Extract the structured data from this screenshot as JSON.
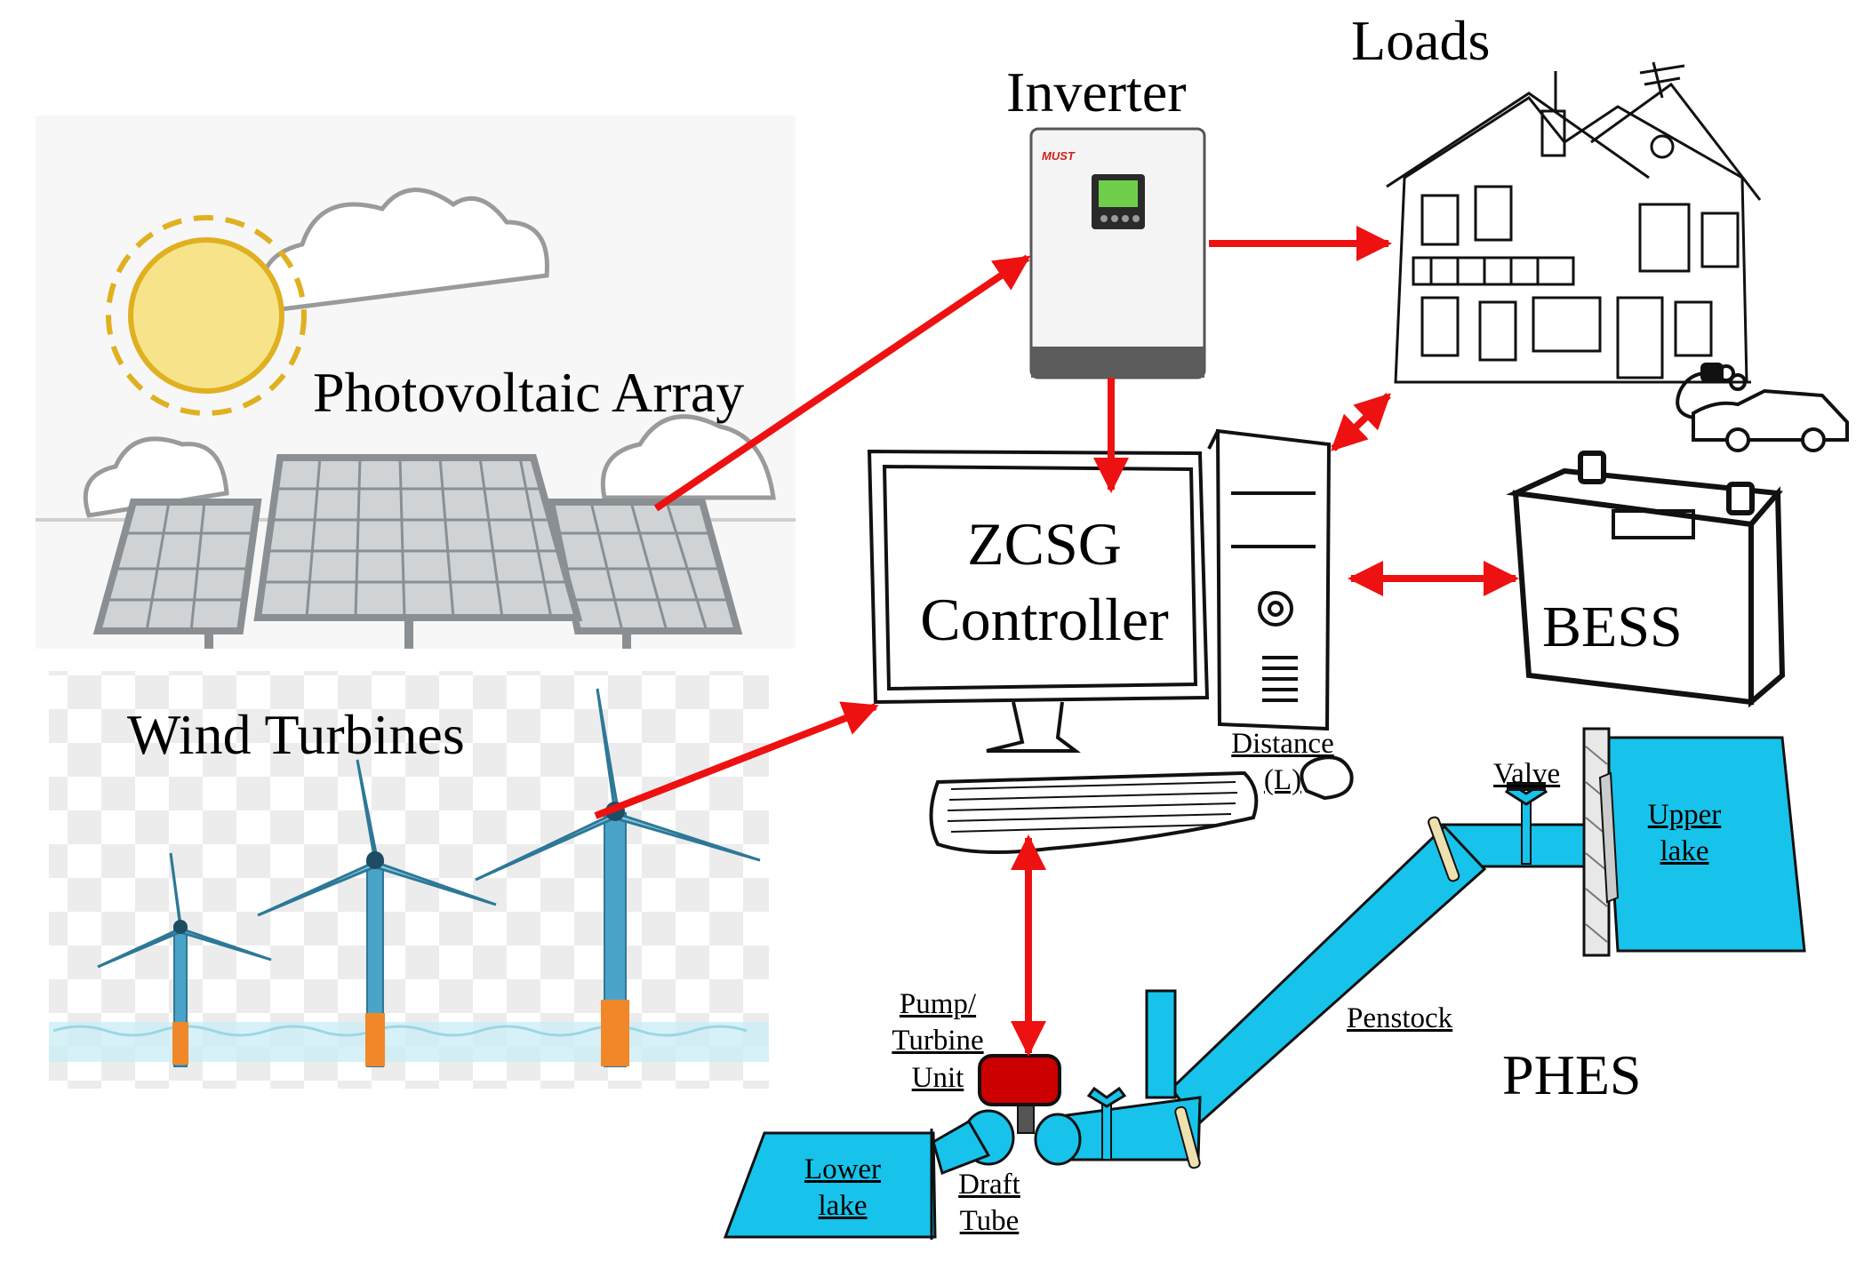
{
  "labels": {
    "loads": "Loads",
    "inverter": "Inverter",
    "inverter_brand": "MUST",
    "photovoltaic": "Photovoltaic Array",
    "wind": "Wind Turbines",
    "controller_line1": "ZCSG",
    "controller_line2": "Controller",
    "bess": "BESS",
    "phes": "PHES",
    "distance_line1": "Distance",
    "distance_line2": "(L)",
    "valve": "Valve",
    "upper_lake_line1": "Upper",
    "upper_lake_line2": "lake",
    "penstock": "Penstock",
    "pump_line1": "Pump/",
    "pump_line2": "Turbine",
    "pump_line3": "Unit",
    "lower_lake_line1": "Lower",
    "lower_lake_line2": "lake",
    "draft_line1": "Draft",
    "draft_line2": "Tube"
  },
  "colors": {
    "arrow": "#ee1111",
    "water": "#17c3ea",
    "pump_unit": "#cc0000",
    "sun": "#f7e48a",
    "sun_outline": "#e0b020",
    "turbine_tower": "#4aa3c9",
    "turbine_base": "#f0882a",
    "panel": "#cfd3d6"
  }
}
